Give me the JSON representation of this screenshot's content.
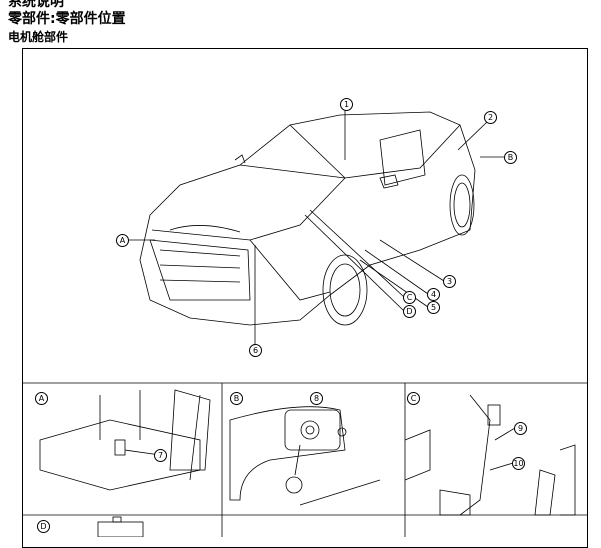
{
  "headings": {
    "section": "系统说明",
    "title": "零部件:零部件位置",
    "subtitle": "电机舱部件"
  },
  "main_callouts": [
    "1",
    "2",
    "B",
    "A",
    "3",
    "4",
    "5",
    "C",
    "D",
    "6"
  ],
  "panels": {
    "A": {
      "label": "A",
      "callouts": [
        "7"
      ]
    },
    "B": {
      "label": "B",
      "callouts": [
        "8"
      ]
    },
    "C": {
      "label": "C",
      "callouts": [
        "9",
        "10"
      ]
    },
    "D": {
      "label": "D",
      "callouts": []
    }
  }
}
